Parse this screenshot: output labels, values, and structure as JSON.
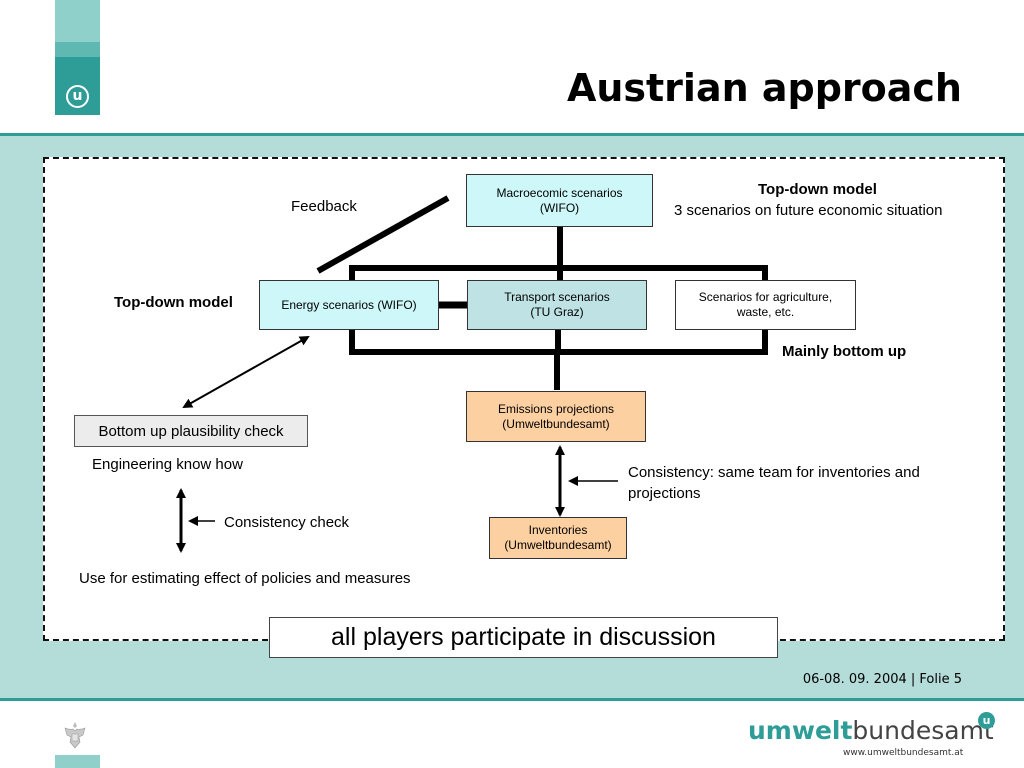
{
  "header": {
    "title": "Austrian approach",
    "logo_letter": "u"
  },
  "diagram": {
    "macro_box": "Macroecomic scenarios\n(WIFO)",
    "energy_box": "Energy scenarios (WIFO)",
    "transport_box": "Transport scenarios\n(TU Graz)",
    "agri_box": "Scenarios  for agriculture,\nwaste, etc.",
    "emissions_box": "Emissions projections\n(Umweltbundesamt)",
    "inventories_box": "Inventories\n(Umweltbundesamt)",
    "plausibility_box": "Bottom up plausibility check",
    "feedback_label": "Feedback",
    "topdown_right_title": "Top-down model",
    "topdown_right_sub": "3 scenarios on future economic situation",
    "topdown_left": "Top-down model",
    "bottom_up_label": "Mainly bottom up",
    "engineering_label": "Engineering know how",
    "consistency_check": "Consistency check",
    "use_for_label": "Use for estimating effect of policies and measures",
    "consistency_team_line1": "Consistency: same team for inventories and",
    "consistency_team_line2": "projections"
  },
  "callout": "all players participate in discussion",
  "footer": {
    "date_folio": "06-08. 09. 2004 | Folie 5",
    "brand_strong": "umwelt",
    "brand_light": "bundesamt",
    "brand_u": "u",
    "url": "www.umweltbundesamt.at"
  }
}
